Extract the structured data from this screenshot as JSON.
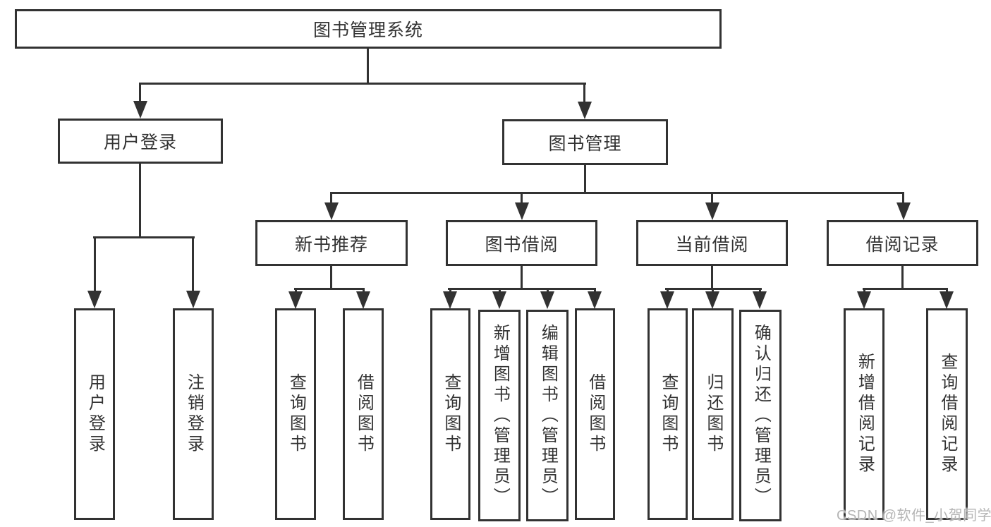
{
  "diagram": {
    "title": "图书管理系统",
    "colors": {
      "line": "#323232",
      "text": "#333333",
      "watermark": "#b5b5b5",
      "background": "#ffffff"
    },
    "tree": {
      "root": "图书管理系统",
      "level2": [
        "用户登录",
        "图书管理"
      ],
      "level3": [
        "新书推荐",
        "图书借阅",
        "当前借阅",
        "借阅记录"
      ],
      "leaves": {
        "login": [
          "用户登录",
          "注销登录"
        ],
        "newbook": [
          "查询图书",
          "借阅图书"
        ],
        "borrow": [
          "查询图书",
          "新增图书（管理员）",
          "编辑图书（管理员）",
          "借阅图书"
        ],
        "current": [
          "查询图书",
          "归还图书",
          "确认归还（管理员）"
        ],
        "records": [
          "新增借阅记录",
          "查询借阅记录"
        ]
      }
    },
    "watermark": "CSDN @软件_小贺同学"
  }
}
